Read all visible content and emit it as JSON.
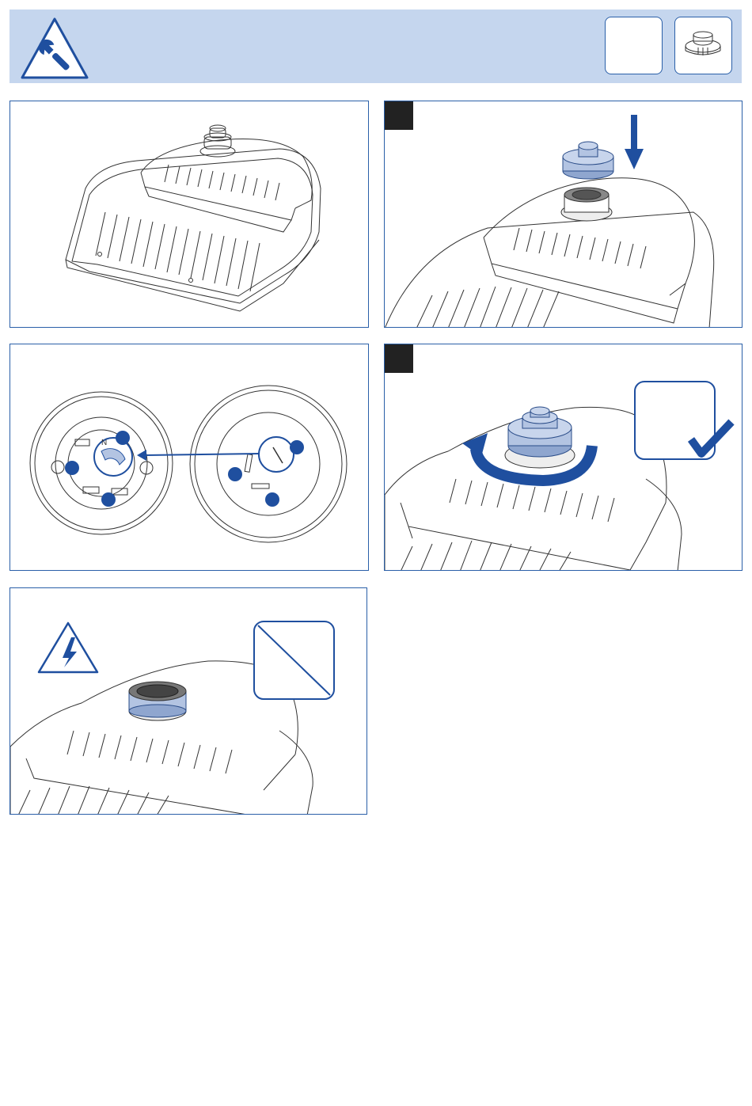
{
  "header": {
    "icon": "wrench-icon",
    "box1": "",
    "box2_icon": "photocell-receptacle-icon"
  },
  "colors": {
    "header_bg": "#c5d6ee",
    "border_blue": "#2a5fa8",
    "accent_blue": "#1f4f9f",
    "part_fill": "#b3c4e2",
    "step_black": "#222222"
  },
  "panels": [
    {
      "id": "fixture-overview",
      "step": ""
    },
    {
      "id": "insert-photocell",
      "step": ""
    },
    {
      "id": "align-prongs",
      "step": "",
      "receptacle_marker": "N"
    },
    {
      "id": "twist-lock",
      "step": "",
      "result_icon": "checkmark-icon"
    },
    {
      "id": "power-on",
      "warning_icon": "lightning-icon",
      "result_icon": "no-icon"
    }
  ]
}
